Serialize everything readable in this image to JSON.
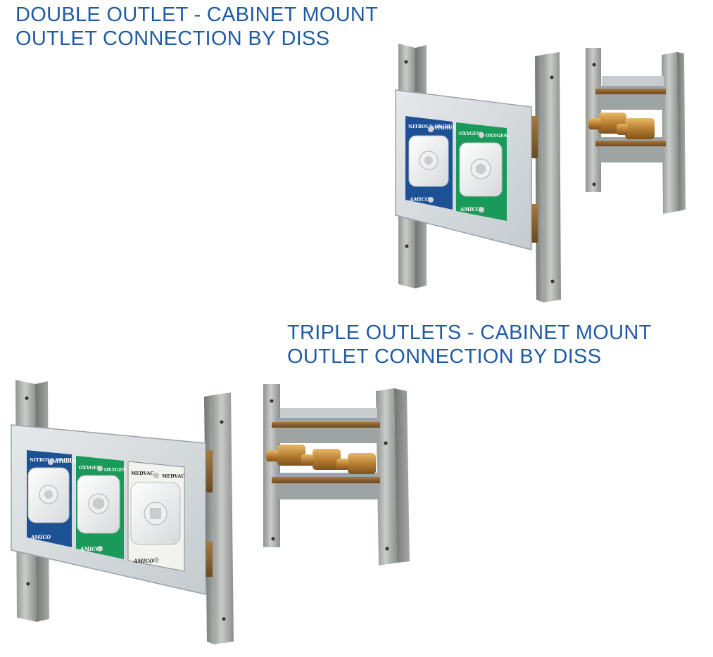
{
  "headings": {
    "double": {
      "line1": "DOUBLE OUTLET - CABINET MOUNT",
      "line2": "OUTLET CONNECTION BY DISS"
    },
    "triple": {
      "line1": "TRIPLE OUTLETS - CABINET MOUNT",
      "line2": "OUTLET CONNECTION BY DISS"
    }
  },
  "panels": {
    "nitrous": {
      "left": "NITROUS OXIDE",
      "right": "NITROUS OXIDE",
      "color": "#1d5196"
    },
    "oxygen": {
      "left": "OXYGEN",
      "right": "OXYGEN",
      "color": "#1a9a5a"
    },
    "medvac": {
      "left": "MEDVAC",
      "right": "MEDVAC",
      "color": "#f2f2ef"
    }
  },
  "brand": "AMICO",
  "colors": {
    "heading": "#1f5aa6",
    "cover_plate": "#d8dde0",
    "steel": "#b3b7b4",
    "brass": "#c08a3c"
  }
}
